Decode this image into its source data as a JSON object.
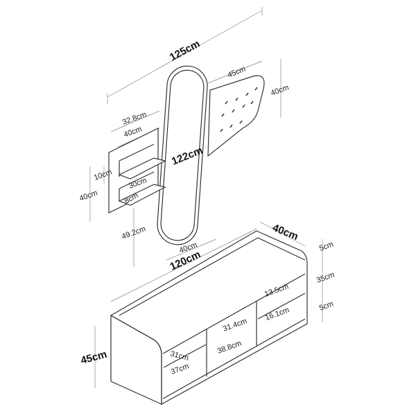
{
  "mirror": {
    "width": "40cm",
    "height": "122cm",
    "total_width": "125cm",
    "bottom_offset": "49.2cm"
  },
  "hook_board": {
    "width": "45cm",
    "height": "40cm"
  },
  "shelf_unit": {
    "offset": "32.8cm",
    "width": "40cm",
    "height": "40cm",
    "top_gap": "10cm",
    "shelf_width": "30cm",
    "shelf_depth": "8cm"
  },
  "bench": {
    "width": "120cm",
    "depth": "40cm",
    "height": "45cm",
    "top_thickness": "5cm",
    "middle_height": "35cm",
    "base_height": "5cm",
    "right_upper": "13.5cm",
    "right_lower": "16.1cm",
    "center_height": "31.4cm",
    "center_width": "38.8cm",
    "left_upper": "31cm",
    "left_width": "37cm"
  }
}
